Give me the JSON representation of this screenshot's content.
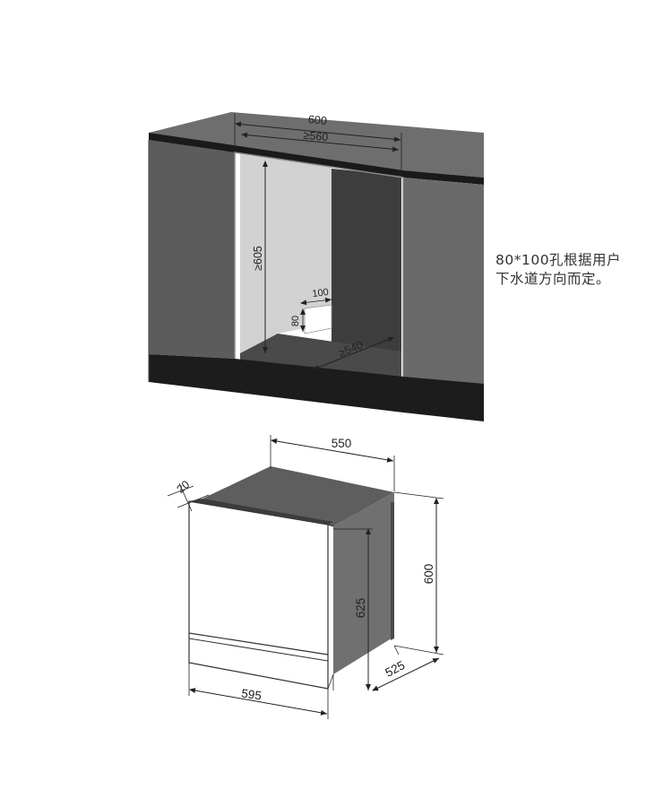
{
  "note": {
    "line1": "80*100孔根据用户",
    "line2": "下水道方向而定。"
  },
  "cabinet_dims": {
    "top_width": "600",
    "opening_width": "≥560",
    "opening_height": "≥605",
    "hole_width": "100",
    "hole_height": "80",
    "depth": "≥540"
  },
  "appliance_dims": {
    "top_depth": "550",
    "door_offset": "20",
    "height": "600",
    "door_height": "625",
    "depth": "525",
    "width": "595"
  },
  "colors": {
    "cabinet_dark": "#555555",
    "cabinet_side": "#6a6a6a",
    "countertop": "#1a1a1a",
    "plinth": "#1c1c1c",
    "cavity_light": "#d0d0d0",
    "cavity_dark": "#3d3d3d",
    "appliance_side": "#6f6f6f",
    "appliance_front": "#ffffff",
    "appliance_top": "#5e5e5e"
  }
}
